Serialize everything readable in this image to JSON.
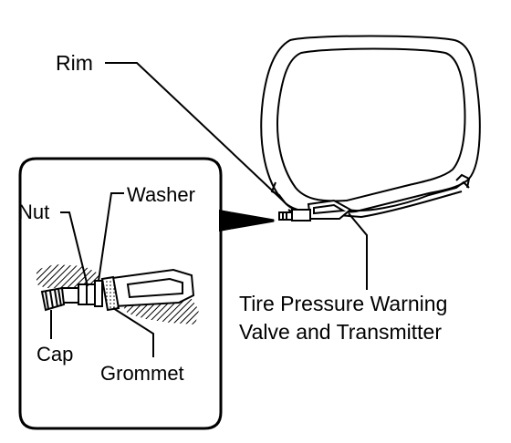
{
  "labels": {
    "rim": "Rim",
    "transmitter_line1": "Tire Pressure Warning",
    "transmitter_line2": "Valve and Transmitter",
    "nut": "Nut",
    "washer": "Washer",
    "cap": "Cap",
    "grommet": "Grommet"
  },
  "colors": {
    "line": "#000000",
    "background": "#ffffff",
    "hatch": "#000000",
    "sensor_fill": "#d8d8d8"
  }
}
